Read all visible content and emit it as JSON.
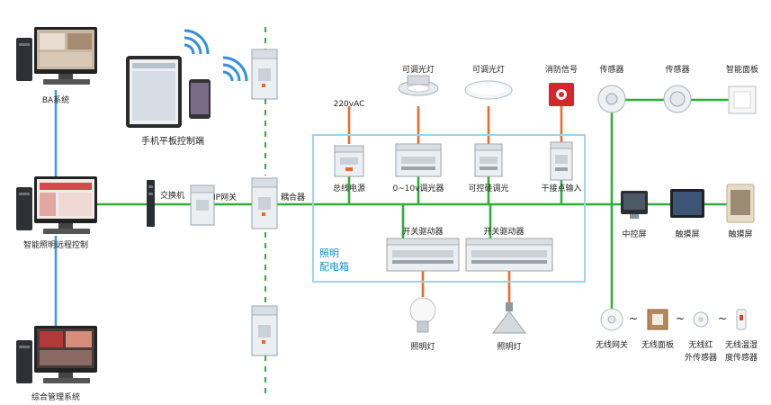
{
  "nodes": {
    "ba_system": "BA系统",
    "tablet_control": "手机平板控制端",
    "smart_remote": "智能照明远程控制",
    "integrated_system": "综合管理系统",
    "switch": "交换机",
    "ip_gateway": "IP网关",
    "coupler": "耦合器",
    "voltage": "220vAC",
    "dimmable_light_1": "可调光灯",
    "dimmable_light_2": "可调光灯",
    "fire_signal": "消防信号",
    "sensor_1": "传感器",
    "sensor_2": "传感器",
    "smart_panel": "智能面板",
    "bus_power": "总线电源",
    "dimmer_0_10v": "0~10v调光器",
    "thyristor_dimmer": "可控硅调光",
    "dry_contact": "干接点输入",
    "switch_actuator_1": "开关驱动器",
    "switch_actuator_2": "开关驱动器",
    "lighting_box_line1": "照明",
    "lighting_box_line2": "配电箱",
    "lamp_1": "照明灯",
    "lamp_2": "照明灯",
    "central_screen": "中控屏",
    "touch_screen_1": "触摸屏",
    "touch_screen_2": "触摸屏",
    "wireless_gateway": "无线网关",
    "wireless_panel": "无线面板",
    "ir_sensor_line1": "无线红",
    "ir_sensor_line2": "外传感器",
    "temp_sensor_line1": "无线温湿",
    "temp_sensor_line2": "度传感器",
    "tilde": "~"
  },
  "colors": {
    "bus_line": "#2fae3a",
    "network_line": "#3aa0dc",
    "load_line": "#ef6a2c",
    "box_border": "#9fd3ea",
    "box_label": "#1a8fc9"
  },
  "icons": {
    "computer": "desktop-computer-icon",
    "tablet": "tablet-icon",
    "phone": "phone-icon",
    "wifi": "wifi-signal-icon",
    "din_module": "din-rail-module-icon",
    "ceiling_light": "ceiling-light-icon",
    "panel_light": "panel-light-icon",
    "fire_alarm": "fire-alarm-icon",
    "sensor": "ceiling-sensor-icon",
    "bulb": "light-bulb-icon",
    "high_bay": "high-bay-lamp-icon"
  }
}
